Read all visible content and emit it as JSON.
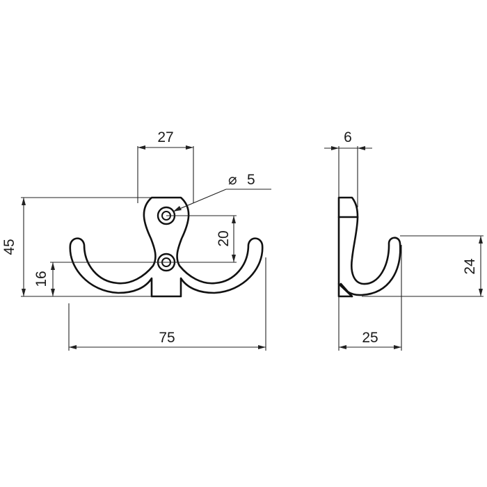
{
  "front_view": {
    "dimensions": {
      "plate_width": "27",
      "hole_diameter_symbol": "⌀",
      "hole_diameter": "5",
      "hole_spacing": "20",
      "total_height": "45",
      "lower_hole_height": "16",
      "total_width": "75"
    }
  },
  "side_view": {
    "dimensions": {
      "plate_thickness": "6",
      "hook_height": "24",
      "depth": "25"
    }
  }
}
